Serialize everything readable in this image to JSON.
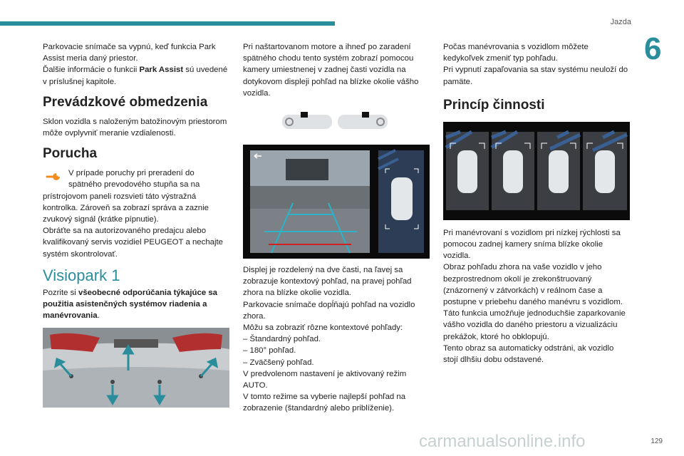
{
  "header": {
    "section": "Jazda",
    "chapter": "6"
  },
  "col1": {
    "intro": "Parkovacie snímače sa vypnú, keď funkcia Park Assist meria daný priestor.",
    "intro2_a": "Ďalšie informácie o funkcii ",
    "intro2_b": "Park Assist",
    "intro2_c": " sú uvedené v príslušnej kapitole.",
    "h_limits": "Prevádzkové obmedzenia",
    "limits": "Sklon vozidla s naloženým batožinovým priestorom môže ovplyvniť meranie vzdialenosti.",
    "h_fault": "Porucha",
    "fault1": "V prípade poruchy pri preradení do spätného prevodového stupňa sa na prístrojovom paneli rozsvieti táto výstražná kontrolka. Zároveň sa zobrazí správa a zaznie zvukový signál (krátke pípnutie).",
    "fault2": "Obráťte sa na autorizovaného predajcu alebo kvalifikovaný servis vozidiel PEUGEOT a nechajte systém skontrolovať.",
    "h_visiopark": "Visiopark 1",
    "see_a": "Pozrite si ",
    "see_b": "všeobecné odporúčania týkajúce sa použitia asistenčných systémov riadenia a manévrovania",
    "see_c": "."
  },
  "col2": {
    "p1": "Pri naštartovanom motore a ihneď po zaradení spätného chodu tento systém zobrazí pomocou kamery umiestnenej v zadnej časti vozidla na dotykovom displeji pohľad na blízke okolie vášho vozidla.",
    "p2": "Displej je rozdelený na dve časti, na ľavej sa zobrazuje kontextový pohľad, na pravej pohľad zhora na blízke okolie vozidla.",
    "p3": "Parkovacie snímače dopĺňajú pohľad na vozidlo zhora.",
    "p4": "Môžu sa zobraziť rôzne kontextové pohľady:",
    "li1": "–  Štandardný pohľad.",
    "li2": "–  180° pohľad.",
    "li3": "–  Zväčšený pohľad.",
    "p5": "V predvolenom nastavení je aktivovaný režim AUTO.",
    "p6": "V tomto režime sa vyberie najlepší pohľad na zobrazenie (štandardný alebo priblíženie)."
  },
  "col3": {
    "p1": "Počas manévrovania s vozidlom môžete kedykoľvek zmeniť typ pohľadu.",
    "p2": "Pri vypnutí zapaľovania sa stav systému neuloží do pamäte.",
    "h_principle": "Princíp činnosti",
    "p3": "Pri manévrovaní s vozidlom pri nízkej rýchlosti sa pomocou zadnej kamery sníma blízke okolie vozidla.",
    "p4": "Obraz pohľadu zhora na vaše vozidlo v jeho bezprostrednom okolí je zrekonštruovaný (znázornený v zátvorkách) v reálnom čase a postupne v priebehu daného manévru s vozidlom.",
    "p5": "Táto funkcia umožňuje jednoduchšie zaparkovanie vášho vozidla do daného priestoru a vizualizáciu prekážok, ktoré ho obklopujú.",
    "p6": "Tento obraz sa automaticky odstráni, ak vozidlo stojí dlhšiu dobu odstavené."
  },
  "footer": {
    "page": "129",
    "watermark": "carmanualsonline.info"
  },
  "colors": {
    "accent": "#2a8d9c",
    "warning": "#f28c1e"
  }
}
